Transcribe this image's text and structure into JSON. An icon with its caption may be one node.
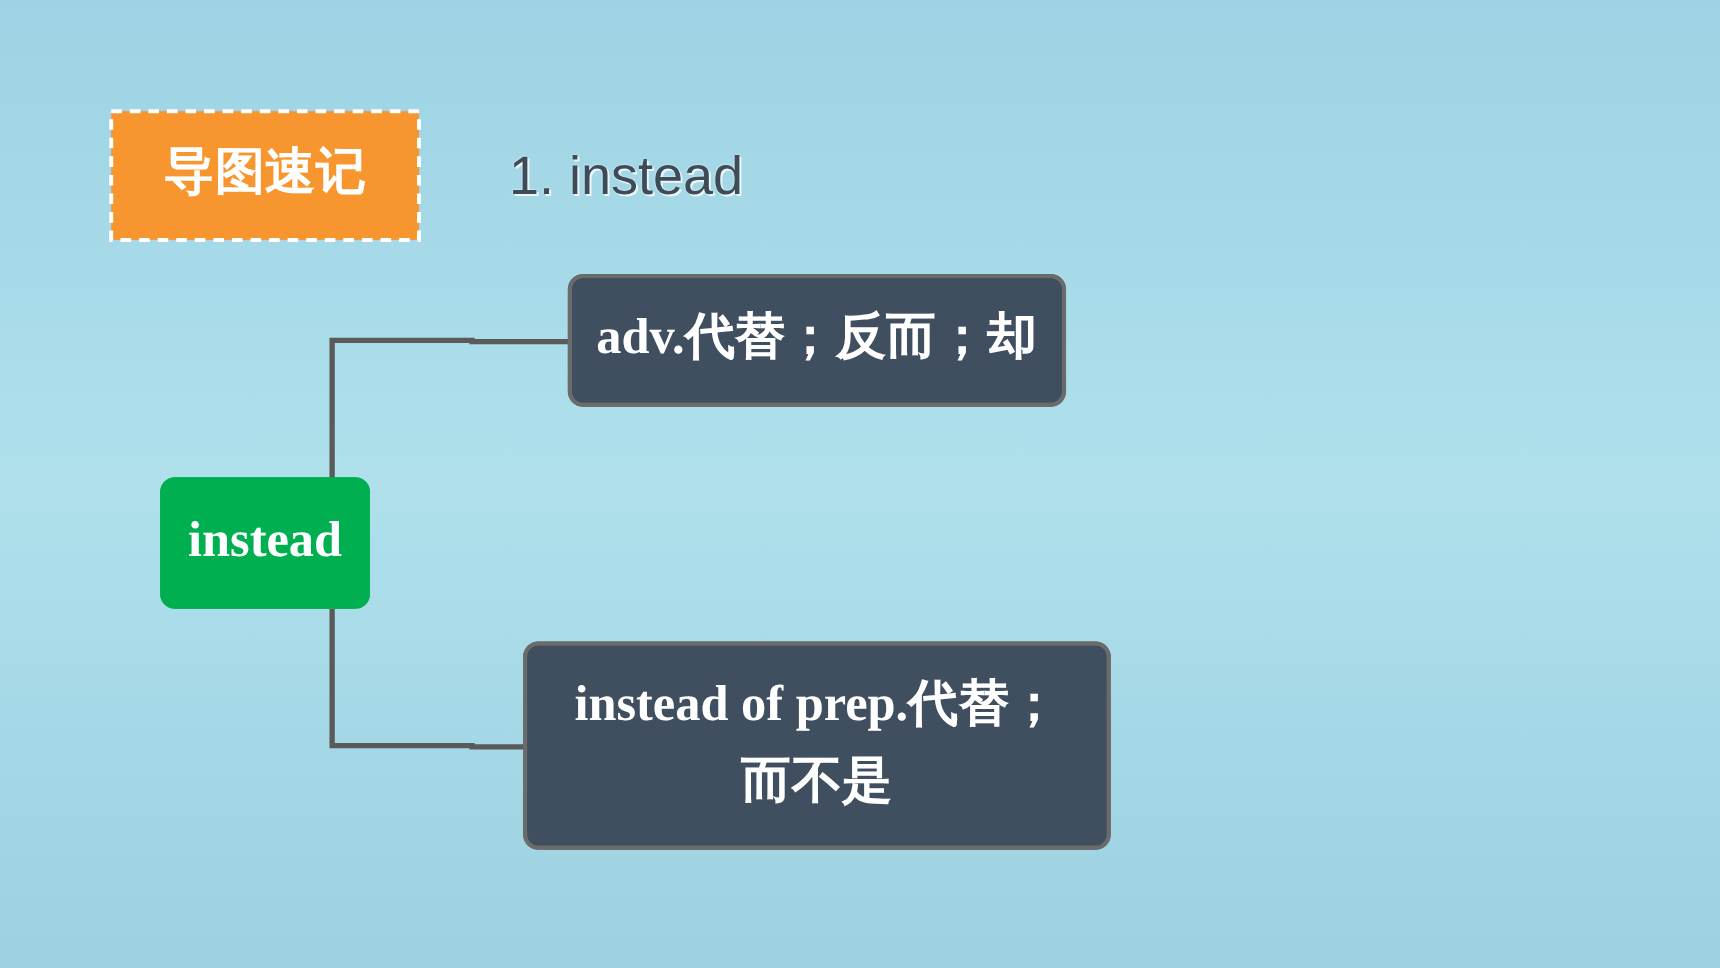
{
  "diagram": {
    "title": "1. instead",
    "nodes": [
      {
        "text": [
          "导图速记"
        ]
      },
      {
        "text": [
          "instead"
        ]
      },
      {
        "text": [
          "adv.代替；反而；却"
        ]
      },
      {
        "text": [
          "instead of prep.代替；而不是"
        ]
      }
    ],
    "edges": [
      {
        "from": 1,
        "to": 2,
        "arrow": "none"
      },
      {
        "from": 1,
        "to": 3,
        "arrow": "none"
      }
    ]
  }
}
